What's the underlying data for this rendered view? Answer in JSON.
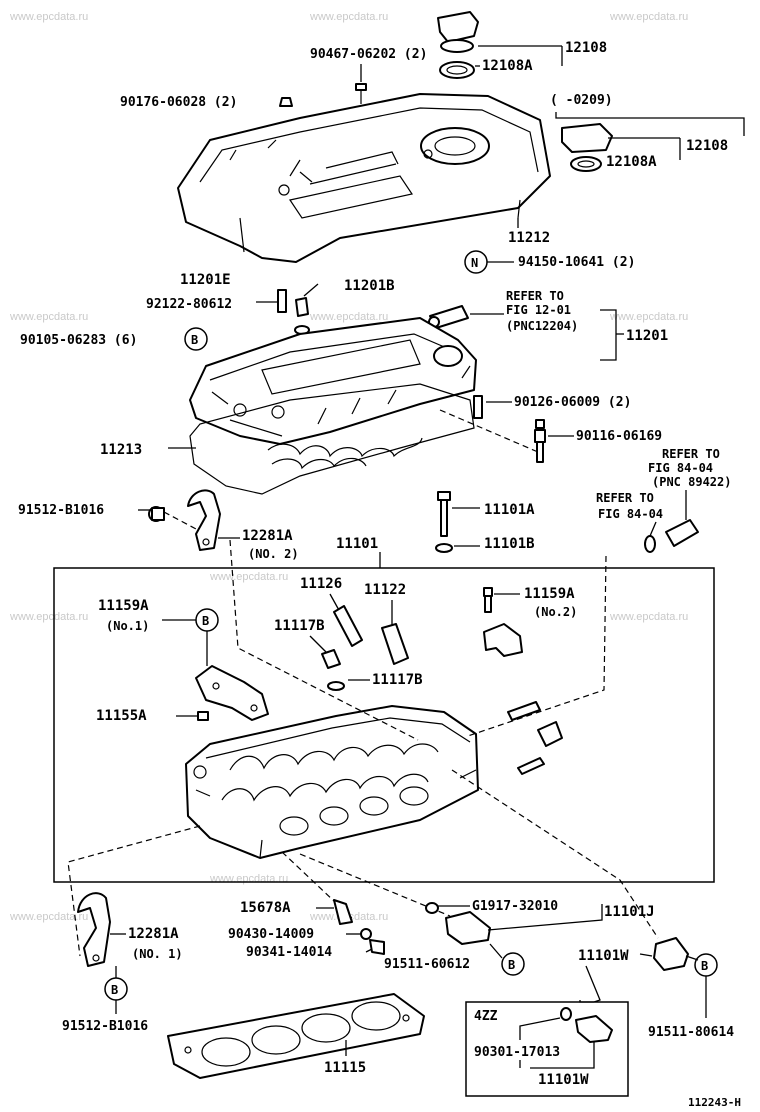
{
  "watermark": "www.epcdata.ru",
  "labels": {
    "p90467": "90467-06202 (2)",
    "p12108_top": "12108",
    "p12108A_top": "12108A",
    "p90176": "90176-06028 (2)",
    "p0209": "(    -0209)",
    "p12108_r": "12108",
    "p12108A_r": "12108A",
    "p11212": "11212",
    "circleN": "N",
    "p94150": "94150-10641 (2)",
    "p11201E": "11201E",
    "p11201B": "11201B",
    "p92122": "92122-80612",
    "refer1_l1": "REFER TO",
    "refer1_l2": "FIG 12-01",
    "refer1_l3": "(PNC12204)",
    "p11201": "11201",
    "p90105": "90105-06283 (6)",
    "circleB": "B",
    "p90126": "90126-06009 (2)",
    "p11213": "11213",
    "p90116": "90116-06169",
    "refer2_l1": "REFER TO",
    "refer2_l2": "FIG 84-04",
    "refer2_l3": "(PNC 89422)",
    "p91512_top": "91512-B1016",
    "p11101A": "11101A",
    "refer3_l1": "REFER TO",
    "refer3_l2": "FIG 84-04",
    "p12281A_top": "12281A",
    "no2_a": "(NO. 2)",
    "p11101": "11101",
    "p11101B": "11101B",
    "p11126": "11126",
    "p11122": "11122",
    "p11159A_r": "11159A",
    "no2_b": "(No.2)",
    "p11159A_l": "11159A",
    "no1_a": "(No.1)",
    "p11117B_a": "11117B",
    "p11117B_b": "11117B",
    "p11155A": "11155A",
    "p15678A": "15678A",
    "pG1917": "G1917-32010",
    "p11101J": "11101J",
    "p90430": "90430-14009",
    "p90341": "90341-14014",
    "p12281A_bot": "12281A",
    "no1_b": "(NO. 1)",
    "p91511_6061": "91511-60612",
    "p11101W_a": "11101W",
    "box4zz": "4ZZ",
    "p90301": "90301-17013",
    "p11101W_b": "11101W",
    "p91512_bot": "91512-B1016",
    "p91511_8061": "91511-80614",
    "p11115": "11115",
    "figcode": "112243-H"
  }
}
